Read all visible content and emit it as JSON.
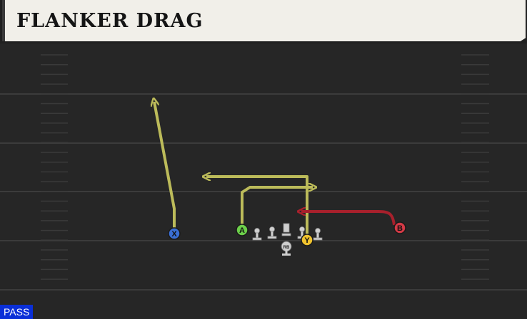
{
  "play": {
    "title": "FLANKER DRAG"
  },
  "badge": {
    "label": "PASS"
  },
  "players": {
    "x": {
      "label": "X",
      "color": "#3a6fd6"
    },
    "a": {
      "label": "A",
      "color": "#6ccf4a"
    },
    "y": {
      "label": "Y",
      "color": "#f0c32e"
    },
    "b": {
      "label": "B",
      "color": "#d43a46"
    },
    "rb": {
      "label": "RB"
    }
  },
  "colors": {
    "route": "#bcbb5a",
    "block": "#a8202c",
    "yard_line": "#3a3a3a",
    "lineman": "#cfcfcf"
  }
}
